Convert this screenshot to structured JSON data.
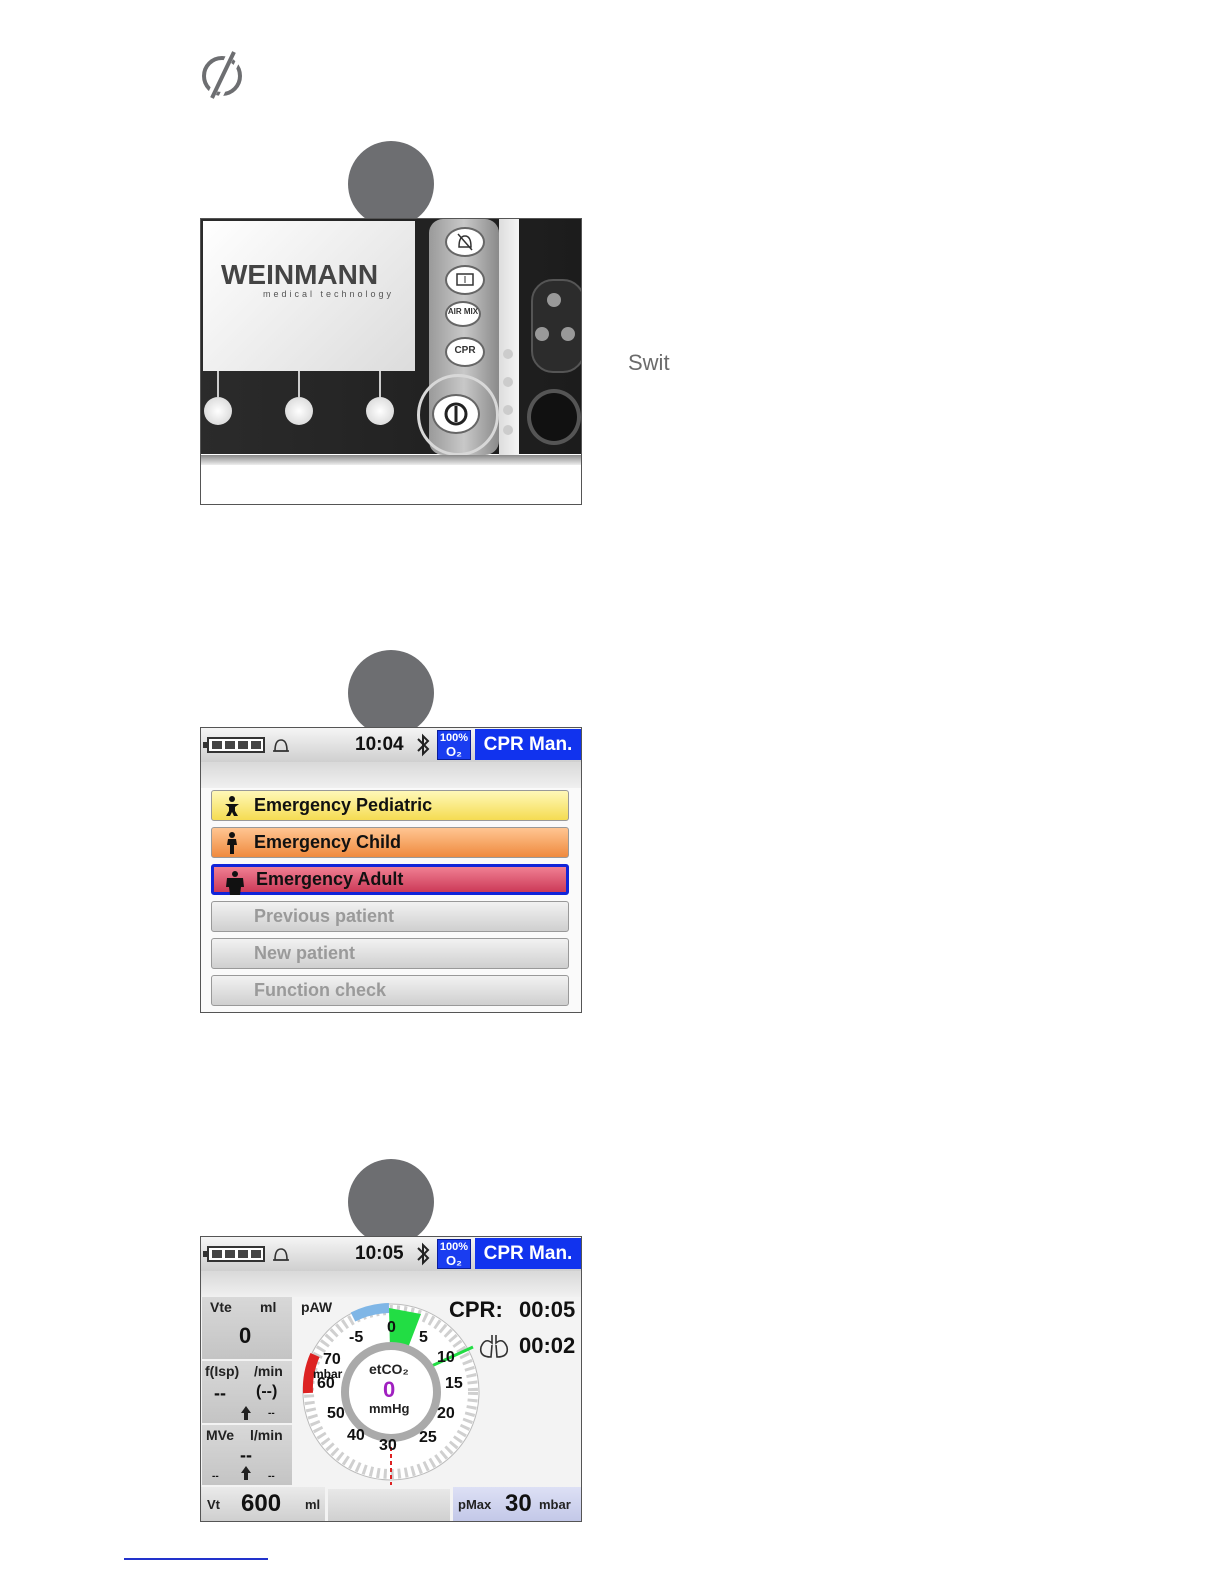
{
  "side_text": "Swit",
  "steps": [
    {
      "id": 1
    },
    {
      "id": 2
    },
    {
      "id": 3
    }
  ],
  "device": {
    "brand": "WEINMANN",
    "brand_sub": "medical technology",
    "buttons": [
      "bell-mute-icon",
      "display-icon",
      "AIR MIX",
      "CPR",
      "power-icon"
    ],
    "airmix_label": "AIR MIX",
    "cpr_label": "CPR"
  },
  "status_bar": {
    "battery_level": 4,
    "o2_label_line1": "100%",
    "o2_label_line2": "O₂",
    "mode": "CPR Man."
  },
  "screen2": {
    "time": "10:04",
    "menu": [
      {
        "label": "Emergency Pediatric",
        "style": "ped",
        "icon": "infant-icon"
      },
      {
        "label": "Emergency Child",
        "style": "child",
        "icon": "child-icon"
      },
      {
        "label": "Emergency Adult",
        "style": "adult",
        "icon": "adult-icon",
        "selected": true
      },
      {
        "label": "Previous patient",
        "style": "dis"
      },
      {
        "label": "New patient",
        "style": "dis"
      },
      {
        "label": "Function check",
        "style": "dis"
      }
    ]
  },
  "screen3": {
    "time": "10:05",
    "vte_label": "Vte",
    "vte_unit": "ml",
    "vte_value": "0",
    "f_label": "f(Isp)",
    "f_unit": "/min",
    "f_value": "--",
    "f_paren": "(--)",
    "f_small": "--",
    "mve_label": "MVe",
    "mve_unit": "l/min",
    "mve_value": "--",
    "mve_small_left": "--",
    "mve_small_right": "--",
    "paw_label": "pAW",
    "gauge_outer_ticks": [
      "-5",
      "0",
      "5",
      "10",
      "15",
      "20",
      "25",
      "30"
    ],
    "gauge_inner_ticks": [
      "70",
      "60",
      "50",
      "40"
    ],
    "gauge_inner_unit": "mbar",
    "etco2_label": "etCO₂",
    "etco2_value": "0",
    "etco2_unit": "mmHg",
    "cpr_label": "CPR:",
    "cpr_time": "00:05",
    "vent_time": "00:02",
    "vt_label": "Vt",
    "vt_value": "600",
    "vt_unit": "ml",
    "pmax_label": "pMax",
    "pmax_value": "30",
    "pmax_unit": "mbar"
  },
  "colors": {
    "step_circle": "#6d6e71",
    "mode_blue": "#1133ee",
    "gauge_green": "#22dd44",
    "gauge_red": "#dd2222",
    "gauge_blue": "#7fb6e6",
    "etco2_value": "#a020c0"
  }
}
